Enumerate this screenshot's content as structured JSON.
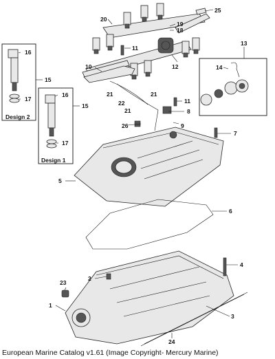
{
  "callouts": {
    "c1": "1",
    "c2": "2",
    "c3": "3",
    "c4": "4",
    "c5": "5",
    "c6": "6",
    "c7": "7",
    "c8": "8",
    "c9": "9",
    "c10": "10",
    "c11a": "11",
    "c11b": "11",
    "c12": "12",
    "c13": "13",
    "c14": "14",
    "c15a": "15",
    "c15b": "15",
    "c16a": "16",
    "c16b": "16",
    "c17a": "17",
    "c17b": "17",
    "c18": "18",
    "c19": "19",
    "c20": "20",
    "c21a": "21",
    "c21b": "21",
    "c21c": "21",
    "c22": "22",
    "c23": "23",
    "c24": "24",
    "c25": "25",
    "c26": "26"
  },
  "captions": {
    "design2": "Design 2",
    "design1": "Design 1"
  },
  "footer": "European Marine Catalog v1.61 (Image Copyright- Mercury Marine)"
}
